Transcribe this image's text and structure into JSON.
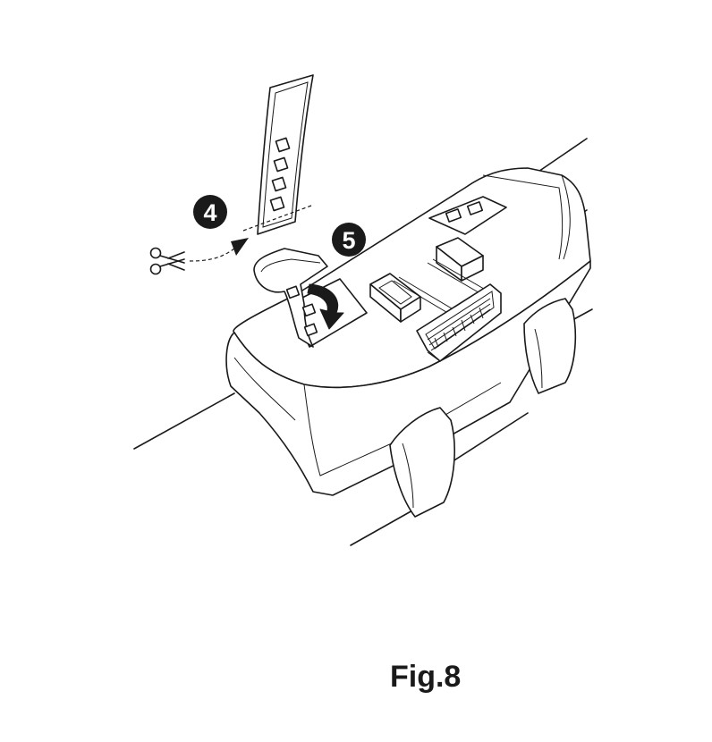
{
  "figure": {
    "caption": "Fig.8"
  },
  "steps": [
    {
      "number": "4",
      "icon": "scissors-icon"
    },
    {
      "number": "5",
      "icon": "curved-arrow-icon"
    }
  ],
  "colors": {
    "ink": "#1a1a1a",
    "background": "#ffffff",
    "badge": "#1a1a1a"
  }
}
